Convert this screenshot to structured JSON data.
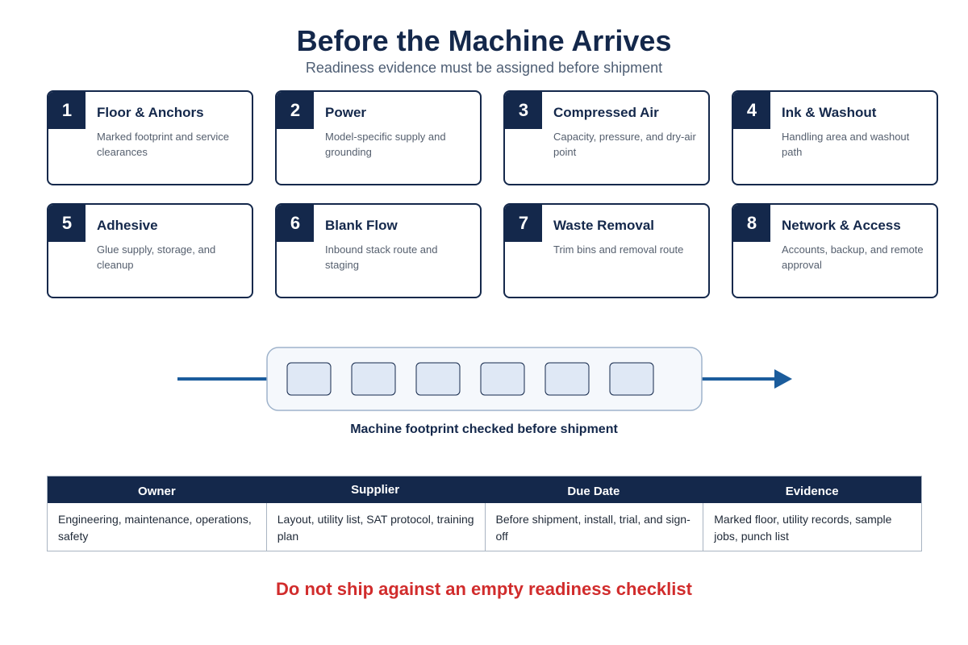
{
  "header": {
    "title": "Before the Machine Arrives",
    "subtitle": "Readiness evidence must be assigned before shipment"
  },
  "cards": [
    {
      "number": "1",
      "title": "Floor & Anchors",
      "description": "Marked footprint and service clearances"
    },
    {
      "number": "2",
      "title": "Power",
      "description": "Model-specific supply and grounding"
    },
    {
      "number": "3",
      "title": "Compressed Air",
      "description": "Capacity, pressure, and dry-air point"
    },
    {
      "number": "4",
      "title": "Ink & Washout",
      "description": "Handling area and washout path"
    },
    {
      "number": "5",
      "title": "Adhesive",
      "description": "Glue supply, storage, and cleanup"
    },
    {
      "number": "6",
      "title": "Blank Flow",
      "description": "Inbound stack route and staging"
    },
    {
      "number": "7",
      "title": "Waste Removal",
      "description": "Trim bins and removal route"
    },
    {
      "number": "8",
      "title": "Network & Access",
      "description": "Accounts, backup, and remote approval"
    }
  ],
  "footprint": {
    "caption": "Machine footprint checked before shipment",
    "module_count": 6,
    "colors": {
      "line": "#1b5c9c",
      "frame_fill": "#f5f8fc",
      "frame_stroke": "#9fb3cb",
      "module_fill": "#dfe8f5",
      "module_stroke": "#14284b"
    }
  },
  "table": {
    "headers": [
      "Owner",
      "Supplier",
      "Due Date",
      "Evidence"
    ],
    "row": [
      "Engineering, maintenance, operations, safety",
      "Layout, utility list, SAT protocol, training plan",
      "Before shipment, install, trial, and sign-off",
      "Marked floor, utility records, sample jobs, punch list"
    ]
  },
  "footer": {
    "warning": "Do not ship against an empty readiness checklist"
  },
  "colors": {
    "navy": "#14284b",
    "warning_red": "#d12c2c",
    "subtitle_gray": "#4e5e74"
  }
}
